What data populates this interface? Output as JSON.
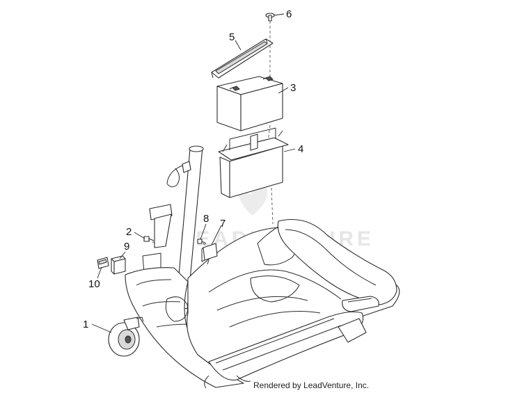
{
  "diagram": {
    "parts": [
      {
        "id": "part-1",
        "number": "1"
      },
      {
        "id": "part-2",
        "number": "2"
      },
      {
        "id": "part-3",
        "number": "3"
      },
      {
        "id": "part-4",
        "number": "4"
      },
      {
        "id": "part-5",
        "number": "5"
      },
      {
        "id": "part-6",
        "number": "6"
      },
      {
        "id": "part-7",
        "number": "7"
      },
      {
        "id": "part-8",
        "number": "8"
      },
      {
        "id": "part-9",
        "number": "9"
      },
      {
        "id": "part-10",
        "number": "10"
      }
    ],
    "watermark_text": "LEADVENTURE",
    "credit": "Rendered by LeadVenture, Inc."
  }
}
